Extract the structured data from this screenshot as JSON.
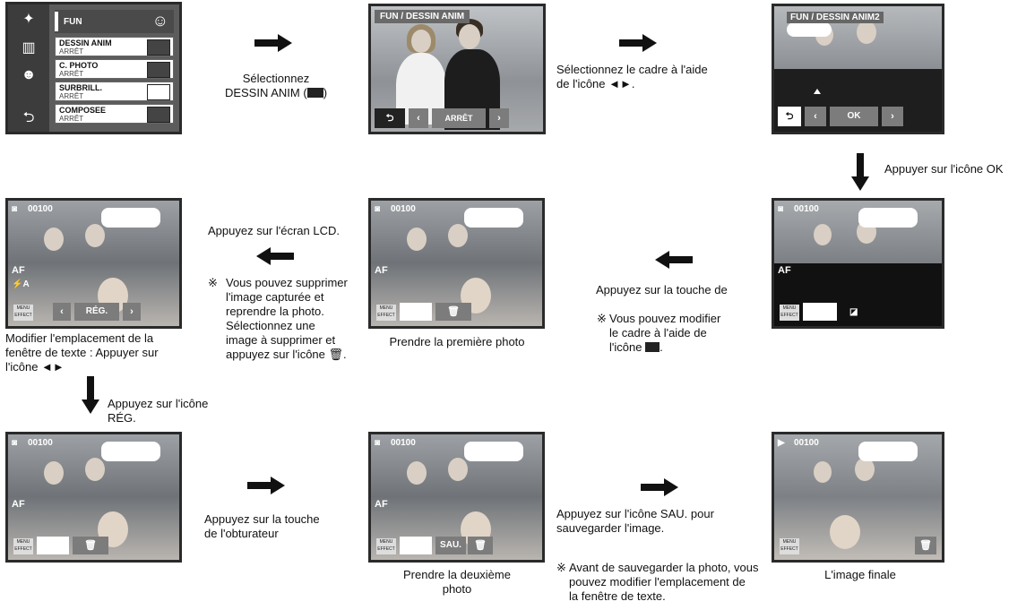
{
  "screens": {
    "s1": {
      "menu_title": "FUN",
      "rows": [
        {
          "title": "DESSIN ANIM",
          "sub": "ARRÊT"
        },
        {
          "title": "C. PHOTO",
          "sub": "ARRÊT"
        },
        {
          "title": "SURBRILL.",
          "sub": "ARRÊT"
        },
        {
          "title": "COMPOSEE",
          "sub": "ARRÊT"
        }
      ]
    },
    "s2": {
      "title": "FUN / DESSIN ANIM",
      "btn": "ARRÊT"
    },
    "s3": {
      "title": "FUN / DESSIN ANIM2",
      "btn": "OK"
    },
    "s4": {
      "counter": "00100",
      "btn": "RÉG."
    },
    "s5": {
      "counter": "00100"
    },
    "s6": {
      "counter": "00100"
    },
    "s7": {
      "counter": "00100"
    },
    "s8": {
      "counter": "00100",
      "btn": "SAU."
    },
    "s9": {
      "counter": "00100"
    },
    "menu_label_1": "MENU",
    "menu_label_2": "EFFECT"
  },
  "captions": {
    "select_dessin_1": "Sélectionnez",
    "select_dessin_2": "DESSIN ANIM (",
    "select_dessin_3": ")",
    "select_frame_1": "Sélectionnez le cadre à l'aide",
    "select_frame_2": "de l'icône ◄►.",
    "press_ok": "Appuyer sur l'icône OK",
    "press_lcd": "Appuyez sur l'écran LCD.",
    "note_delete_mark": "※",
    "note_delete_1": "Vous pouvez supprimer",
    "note_delete_2": "l'image capturée et",
    "note_delete_3": "reprendre la photo.",
    "note_delete_4": "Sélectionnez une",
    "note_delete_5": "image à supprimer et",
    "note_delete_6": "appuyez sur l'icône",
    "press_key": "Appuyez sur la touche de",
    "note_modify_mark": "※",
    "note_modify_1": "Vous pouvez modifier",
    "note_modify_2": "le cadre à l'aide de",
    "note_modify_3": "l'icône",
    "first_photo": "Prendre la première photo",
    "move_text_1": "Modifier l'emplacement de la",
    "move_text_2": "fenêtre de texte : Appuyer sur",
    "move_text_3": "l'icône ◄►",
    "press_reg_1": "Appuyez sur l'icône",
    "press_reg_2": "RÉG.",
    "press_shutter_1": "Appuyez sur la touche",
    "press_shutter_2": "de l'obturateur",
    "second_photo_1": "Prendre la deuxième",
    "second_photo_2": "photo",
    "press_sau_1": "Appuyez sur l'icône SAU. pour",
    "press_sau_2": "sauvegarder l'image.",
    "note_save_mark": "※",
    "note_save_1": "Avant de sauvegarder la photo, vous",
    "note_save_2": "pouvez modifier l'emplacement de",
    "note_save_3": "la fenêtre de texte.",
    "final_image": "L'image finale"
  }
}
